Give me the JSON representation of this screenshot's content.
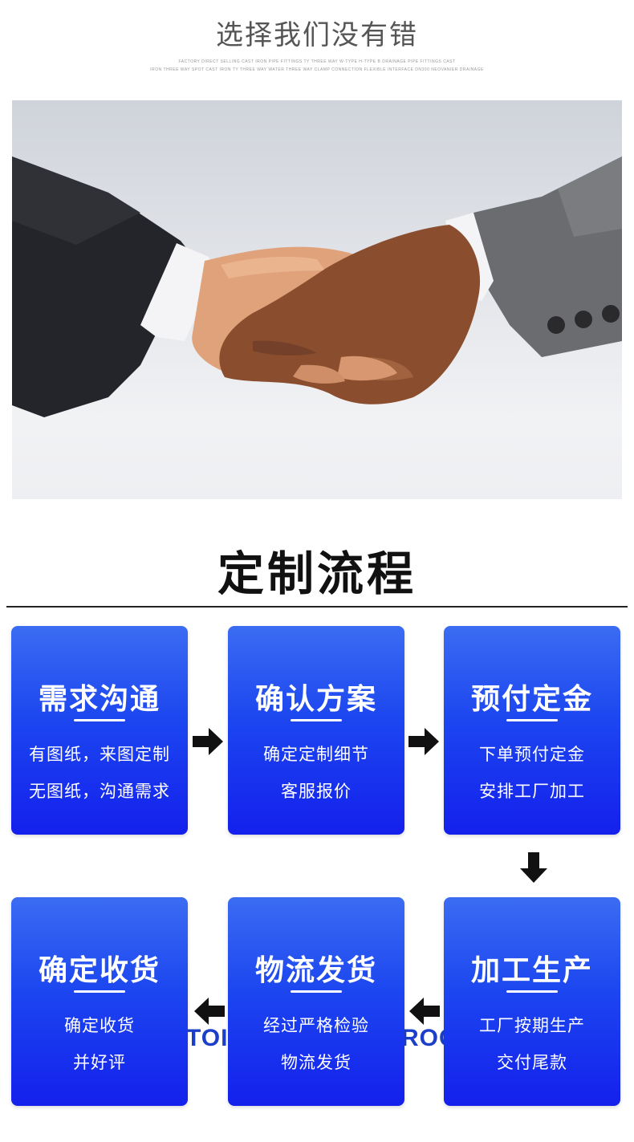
{
  "header": {
    "title": "选择我们没有错",
    "sub_line1": "FACTORY DIRECT SELLING CAST IRON PIPE FITTINGS TY THREE WAY W-TYPE H-TYPE B DRAINAGE PIPE FITTINGS CAST",
    "sub_line2": "IRON THREE WAY SPOT CAST IRON TY THREE WAY WATER THREE WAY CLAMP CONNECTION FLEXIBLE INTERFACE DN300 NEOVANIER DRAINAGE"
  },
  "photo": {
    "subject": "handshake"
  },
  "section": {
    "title": "定制流程"
  },
  "steps": [
    {
      "title": "需求沟通",
      "line1": "有图纸，来图定制",
      "line2": "无图纸，沟通需求"
    },
    {
      "title": "确认方案",
      "line1": "确定定制细节",
      "line2": "客服报价"
    },
    {
      "title": "预付定金",
      "line1": "下单预付定金",
      "line2": "安排工厂加工"
    },
    {
      "title": "确定收货",
      "line1": "确定收货",
      "line2": "并好评"
    },
    {
      "title": "物流发货",
      "line1": "经过严格检验",
      "line2": "物流发货"
    },
    {
      "title": "加工生产",
      "line1": "工厂按期生产",
      "line2": "交付尾款"
    }
  ],
  "ghost_text": {
    "left": "TOI",
    "right": "ROC"
  },
  "colors": {
    "card_top": "#3b6cf2",
    "card_bottom": "#1420ec",
    "arrow": "#111111"
  },
  "icons": [
    "arrow-right-icon",
    "arrow-down-icon",
    "arrow-left-icon"
  ]
}
